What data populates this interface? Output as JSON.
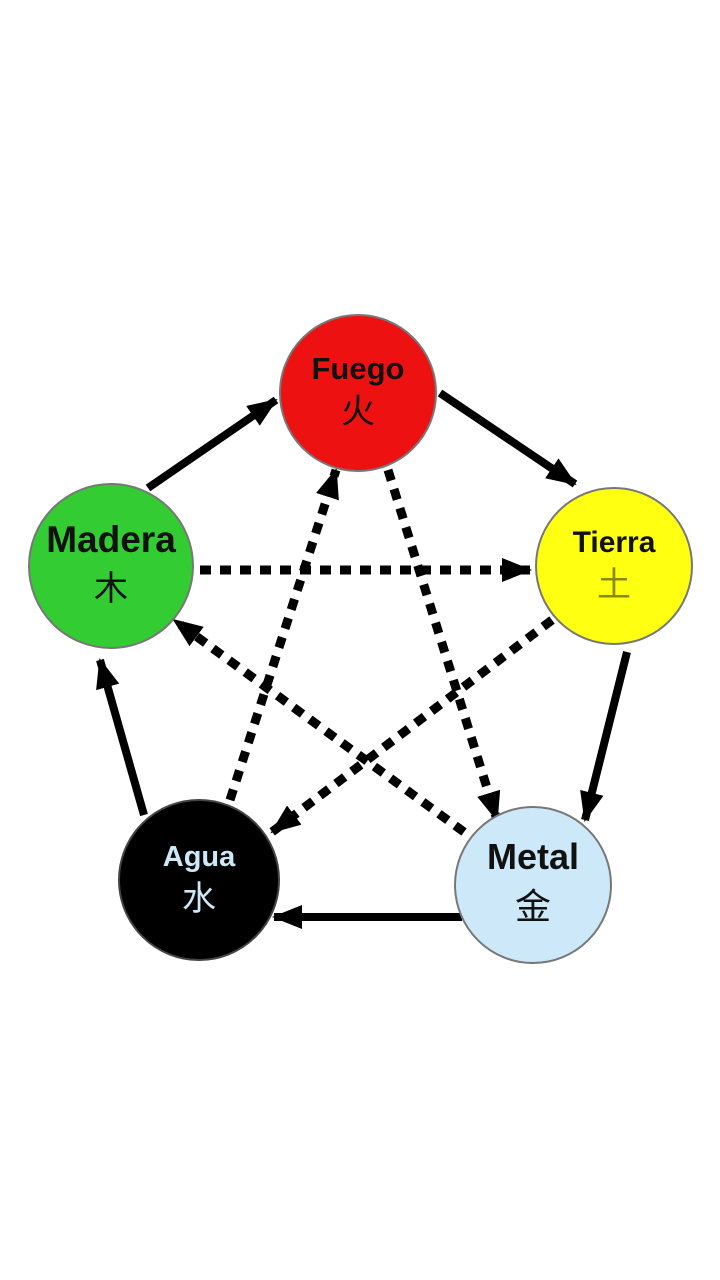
{
  "diagram": {
    "type": "five-elements-cycle",
    "nodes": [
      {
        "id": "fuego",
        "name": "Fuego",
        "glyph": "火",
        "fill": "#ee1111",
        "stroke": "#777777",
        "text_color": "#111111",
        "glyph_color": "#111111"
      },
      {
        "id": "tierra",
        "name": "Tierra",
        "glyph": "土",
        "fill": "#ffff11",
        "stroke": "#777777",
        "text_color": "#111111",
        "glyph_color": "#8a8a00"
      },
      {
        "id": "metal",
        "name": "Metal",
        "glyph": "金",
        "fill": "#cde8f8",
        "stroke": "#777777",
        "text_color": "#111111",
        "glyph_color": "#111111"
      },
      {
        "id": "agua",
        "name": "Agua",
        "glyph": "水",
        "fill": "#000000",
        "stroke": "#444444",
        "text_color": "#cde8f8",
        "glyph_color": "#cde8f8"
      },
      {
        "id": "madera",
        "name": "Madera",
        "glyph": "木",
        "fill": "#33cc33",
        "stroke": "#777777",
        "text_color": "#111111",
        "glyph_color": "#111111"
      }
    ],
    "generating_cycle": [
      {
        "from": "madera",
        "to": "fuego"
      },
      {
        "from": "fuego",
        "to": "tierra"
      },
      {
        "from": "tierra",
        "to": "metal"
      },
      {
        "from": "metal",
        "to": "agua"
      },
      {
        "from": "agua",
        "to": "madera"
      }
    ],
    "controlling_cycle": [
      {
        "from": "madera",
        "to": "tierra"
      },
      {
        "from": "tierra",
        "to": "agua"
      },
      {
        "from": "agua",
        "to": "fuego"
      },
      {
        "from": "fuego",
        "to": "metal"
      },
      {
        "from": "metal",
        "to": "madera"
      }
    ],
    "arrow_color": "#000000"
  }
}
